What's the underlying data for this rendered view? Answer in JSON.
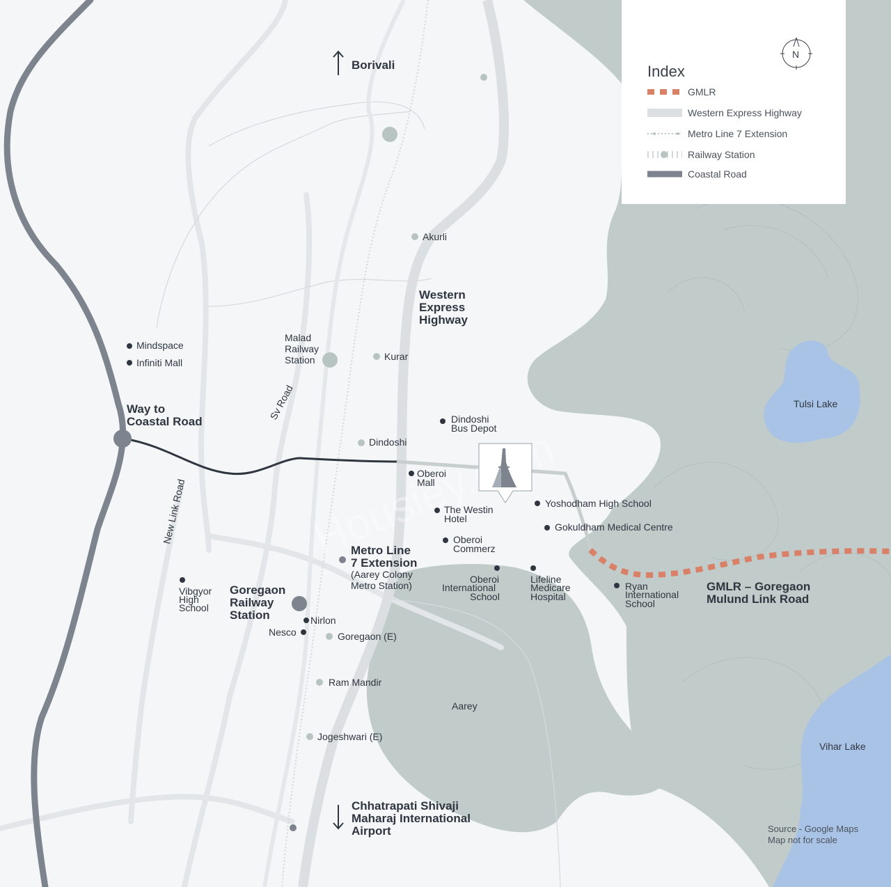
{
  "map_labels": {
    "borivali": "Borivali",
    "akurli": "Akurli",
    "weh_line1": "Western",
    "weh_line2": "Express",
    "weh_line3": "Highway",
    "malad_line1": "Malad",
    "malad_line2": "Railway",
    "malad_line3": "Station",
    "kurar": "Kurar",
    "mindspace": "Mindspace",
    "infiniti": "Infiniti Mall",
    "coastal_line1": "Way to",
    "coastal_line2": "Coastal Road",
    "sv_road": "Sv Road",
    "dindoshi_depot_line1": "Dindoshi",
    "dindoshi_depot_line2": "Bus Depot",
    "dindoshi": "Dindoshi",
    "oberoi_mall_line1": "Oberoi",
    "oberoi_mall_line2": "Mall",
    "new_link_road": "New Link Road",
    "westin_line1": "The Westin",
    "westin_line2": "Hotel",
    "yoshodham": "Yoshodham High School",
    "gokuldham": "Gokuldham Medical Centre",
    "oberoi_commerz_line1": "Oberoi",
    "oberoi_commerz_line2": "Commerz",
    "metro_line1": "Metro Line",
    "metro_line2": "7 Extension",
    "metro_sub1": "(Aarey Colony",
    "metro_sub2": "Metro Station)",
    "ois_line1": "Oberoi",
    "ois_line2": "International",
    "ois_line3": "School",
    "lifeline_line1": "Lifeline",
    "lifeline_line2": "Medicare",
    "lifeline_line3": "Hospital",
    "ryan_line1": "Ryan",
    "ryan_line2": "International",
    "ryan_line3": "School",
    "gmlr_line1": "GMLR – Goregaon",
    "gmlr_line2": "Mulund Link Road",
    "vibgyor_line1": "Vibgyor",
    "vibgyor_line2": "High",
    "vibgyor_line3": "School",
    "goregaon_stn_line1": "Goregaon",
    "goregaon_stn_line2": "Railway",
    "goregaon_stn_line3": "Station",
    "nirlon": "Nirlon",
    "nesco": "Nesco",
    "goregaon_e": "Goregaon (E)",
    "ram_mandir": "Ram Mandir",
    "aarey": "Aarey",
    "jogeshwari": "Jogeshwari (E)",
    "airport_line1": "Chhatrapati Shivaji",
    "airport_line2": "Maharaj International",
    "airport_line3": "Airport",
    "tulsi": "Tulsi Lake",
    "vihar": "Vihar Lake",
    "watermark": "Housiey.com"
  },
  "legend": {
    "title": "Index",
    "compass": "N",
    "items": [
      {
        "label": "GMLR"
      },
      {
        "label": "Western Express Highway"
      },
      {
        "label": "Metro Line 7 Extension"
      },
      {
        "label": "Railway Station"
      },
      {
        "label": "Coastal Road"
      }
    ]
  },
  "source": {
    "line1": "Source - Google Maps",
    "line2": "Map not for scale"
  },
  "colors": {
    "background": "#f4f6f8",
    "forest": "#c1ccca",
    "lake": "#a9c3e6",
    "gmlr": "#d88068",
    "coastal_road": "#7d848e",
    "road": "#dfe2e5",
    "station": "#b8c4c2",
    "text": "#2f3640"
  }
}
